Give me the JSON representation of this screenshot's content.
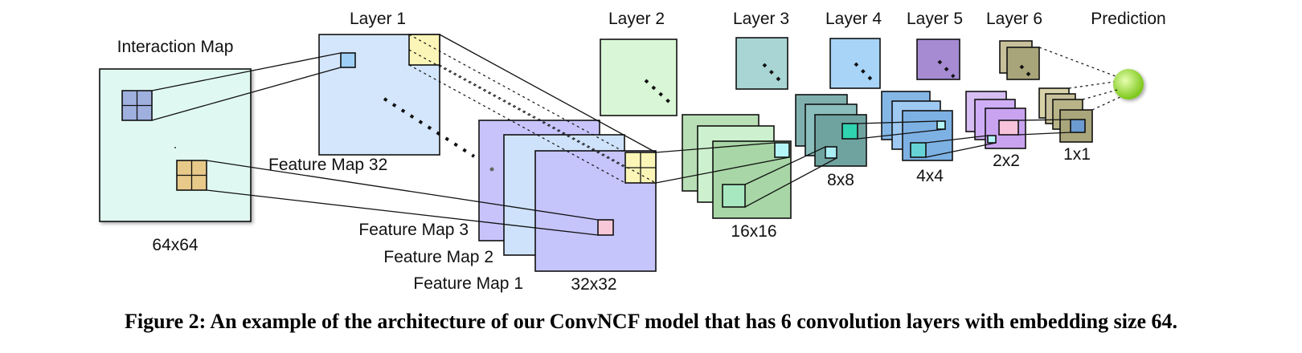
{
  "diagram": {
    "interaction_map": {
      "title": "Interaction Map",
      "size": "64x64"
    },
    "layers": {
      "layer1": "Layer 1",
      "layer2": "Layer 2",
      "layer3": "Layer 3",
      "layer4": "Layer 4",
      "layer5": "Layer 5",
      "layer6": "Layer 6",
      "prediction": "Prediction"
    },
    "feature_maps": {
      "fm32": "Feature Map 32",
      "fm3": "Feature Map 3",
      "fm2": "Feature Map 2",
      "fm1": "Feature Map 1"
    },
    "sizes": {
      "s32": "32x32",
      "s16": "16x16",
      "s8": "8x8",
      "s4": "4x4",
      "s2": "2x2",
      "s1": "1x1"
    },
    "colors": {
      "interaction_map": "#dff9f2",
      "layer1": "#d4e6fb",
      "layer1_stack": [
        "#c8c4fb",
        "#cfe2fb",
        "#c5c4fb"
      ],
      "layer2": "#d9f7d6",
      "layer2_stack": [
        "#b8dfb5",
        "#cdf1ce",
        "#a8d6a6"
      ],
      "layer3": "#a9d6d4",
      "layer3_stack": [
        "#7fb0ae",
        "#8bbfbd",
        "#6fa3a0"
      ],
      "layer4": "#a7d4f7",
      "layer4_stack": [
        "#85b7e6",
        "#9ec9f2",
        "#7db1e3"
      ],
      "layer5": "#a68bd3",
      "layer5_stack": [
        "#d6bdf3",
        "#cfaef5",
        "#c9a3f0"
      ],
      "layer6": "#a9a57a",
      "layer6_stack": [
        "#c7c09a",
        "#b9b488",
        "#aaa67b"
      ],
      "prediction": "#a6e04a"
    }
  },
  "caption": "Figure 2: An example of the architecture of our ConvNCF model that has 6 convolution layers with embedding size 64."
}
